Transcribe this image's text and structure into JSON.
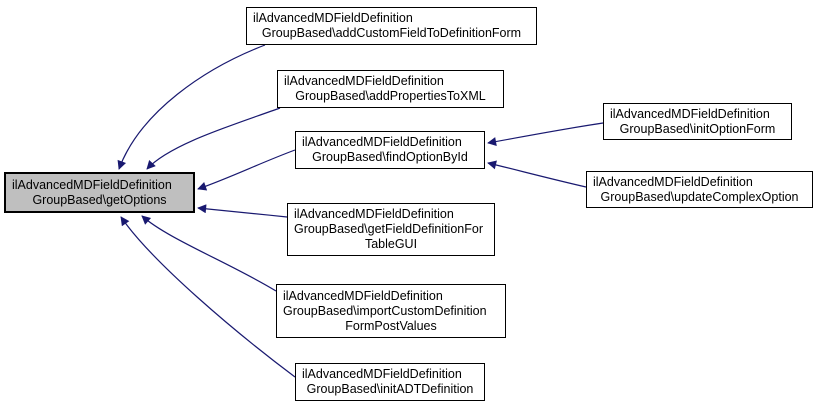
{
  "diagram_type": "doxygen-caller-graph",
  "colors": {
    "edge": "#191970",
    "node_fill": "#ffffff",
    "node_border": "#000000",
    "focus_node_fill": "#bfbfbf",
    "background": "#ffffff"
  },
  "nodes": {
    "get_options": {
      "lines": [
        "ilAdvancedMDFieldDefinition",
        "GroupBased\\getOptions"
      ],
      "full_name": "ilAdvancedMDFieldDefinitionGroupBased\\getOptions",
      "highlighted": true
    },
    "add_custom_field_to_definition_form": {
      "lines": [
        "ilAdvancedMDFieldDefinition",
        "GroupBased\\addCustomFieldToDefinitionForm"
      ],
      "full_name": "ilAdvancedMDFieldDefinitionGroupBased\\addCustomFieldToDefinitionForm",
      "highlighted": false
    },
    "add_properties_to_xml": {
      "lines": [
        "ilAdvancedMDFieldDefinition",
        "GroupBased\\addPropertiesToXML"
      ],
      "full_name": "ilAdvancedMDFieldDefinitionGroupBased\\addPropertiesToXML",
      "highlighted": false
    },
    "find_option_by_id": {
      "lines": [
        "ilAdvancedMDFieldDefinition",
        "GroupBased\\findOptionById"
      ],
      "full_name": "ilAdvancedMDFieldDefinitionGroupBased\\findOptionById",
      "highlighted": false
    },
    "get_field_definition_for_table_gui": {
      "lines": [
        "ilAdvancedMDFieldDefinition",
        "GroupBased\\getFieldDefinitionFor",
        "TableGUI"
      ],
      "full_name": "ilAdvancedMDFieldDefinitionGroupBased\\getFieldDefinitionForTableGUI",
      "highlighted": false
    },
    "import_custom_definition_form_post_values": {
      "lines": [
        "ilAdvancedMDFieldDefinition",
        "GroupBased\\importCustomDefinition",
        "FormPostValues"
      ],
      "full_name": "ilAdvancedMDFieldDefinitionGroupBased\\importCustomDefinitionFormPostValues",
      "highlighted": false
    },
    "init_adt_definition": {
      "lines": [
        "ilAdvancedMDFieldDefinition",
        "GroupBased\\initADTDefinition"
      ],
      "full_name": "ilAdvancedMDFieldDefinitionGroupBased\\initADTDefinition",
      "highlighted": false
    },
    "init_option_form": {
      "lines": [
        "ilAdvancedMDFieldDefinition",
        "GroupBased\\initOptionForm"
      ],
      "full_name": "ilAdvancedMDFieldDefinitionGroupBased\\initOptionForm",
      "highlighted": false
    },
    "update_complex_option": {
      "lines": [
        "ilAdvancedMDFieldDefinition",
        "GroupBased\\updateComplexOption"
      ],
      "full_name": "ilAdvancedMDFieldDefinitionGroupBased\\updateComplexOption",
      "highlighted": false
    }
  },
  "edges": [
    {
      "from": "add_custom_field_to_definition_form",
      "to": "get_options"
    },
    {
      "from": "add_properties_to_xml",
      "to": "get_options"
    },
    {
      "from": "find_option_by_id",
      "to": "get_options"
    },
    {
      "from": "get_field_definition_for_table_gui",
      "to": "get_options"
    },
    {
      "from": "import_custom_definition_form_post_values",
      "to": "get_options"
    },
    {
      "from": "init_adt_definition",
      "to": "get_options"
    },
    {
      "from": "init_option_form",
      "to": "find_option_by_id"
    },
    {
      "from": "update_complex_option",
      "to": "find_option_by_id"
    }
  ]
}
